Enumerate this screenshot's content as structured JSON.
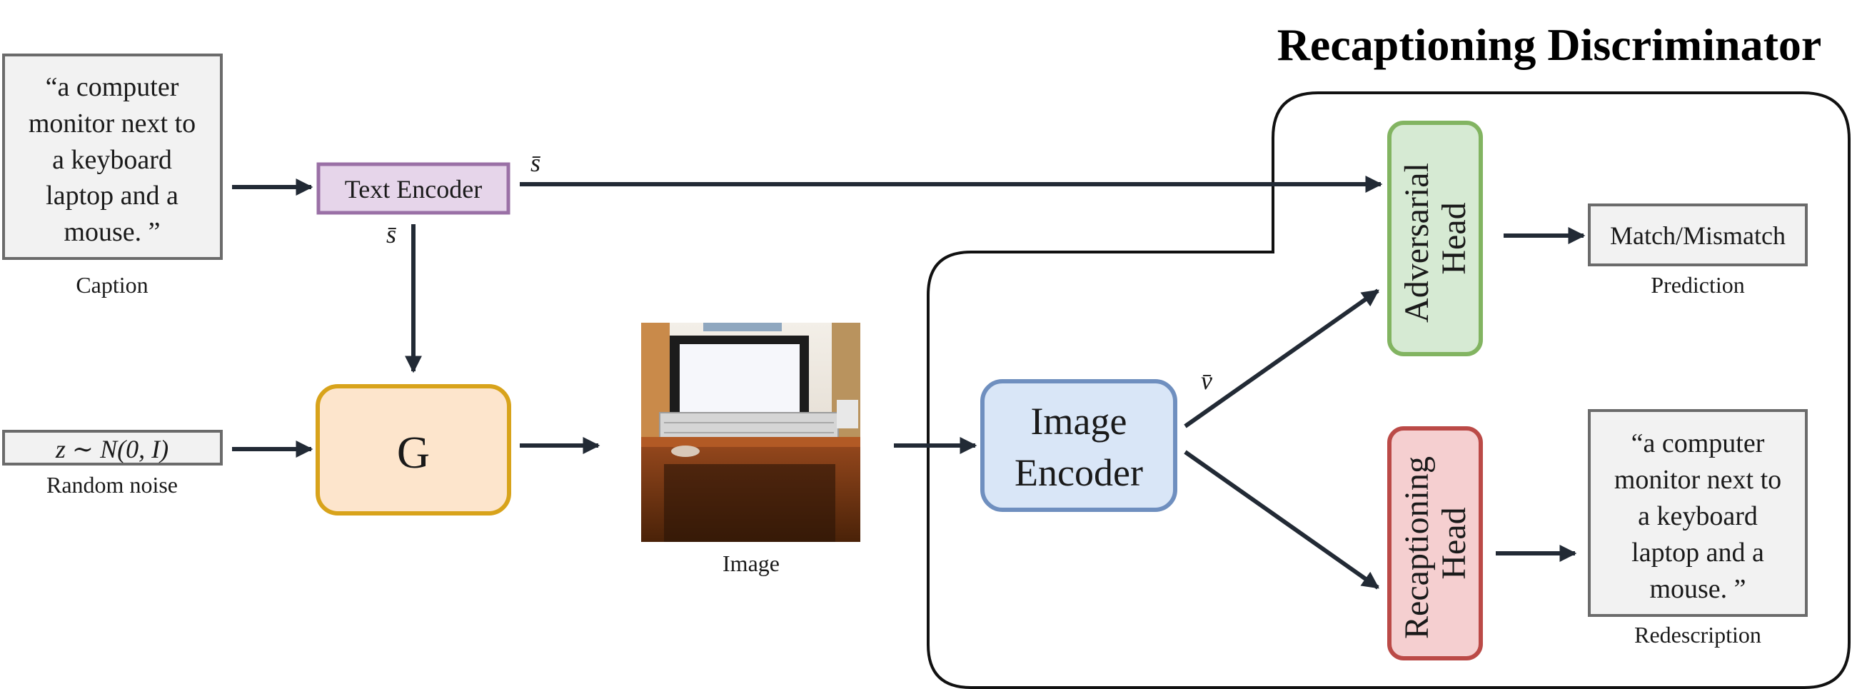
{
  "title": "Recaptioning Discriminator",
  "caption": {
    "lines": [
      "“a computer",
      "monitor next to",
      "a keyboard",
      "laptop and a",
      "mouse. ”"
    ],
    "label": "Caption"
  },
  "text_encoder": {
    "label": "Text Encoder",
    "output_symbol": "s̄"
  },
  "noise": {
    "formula": "z ∼ N(0, I)",
    "label": "Random noise"
  },
  "generator": {
    "label": "G"
  },
  "image": {
    "label": "Image"
  },
  "image_encoder": {
    "lines": [
      "Image",
      "Encoder"
    ],
    "output_symbol": "v̄"
  },
  "adversarial_head": {
    "lines": [
      "Adversarial",
      "Head"
    ]
  },
  "recaptioning_head": {
    "lines": [
      "Recaptioning",
      "Head"
    ]
  },
  "prediction": {
    "value": "Match/Mismatch",
    "label": "Prediction"
  },
  "redescription": {
    "lines": [
      "“a computer",
      "monitor next to",
      "a keyboard",
      "laptop and a",
      "mouse. ”"
    ],
    "label": "Redescription"
  },
  "colors": {
    "text_encoder_fill": "#e6d5ea",
    "text_encoder_stroke": "#9a70a6",
    "generator_fill": "#fde5cc",
    "generator_stroke": "#d8a31b",
    "image_encoder_fill": "#d9e6f7",
    "image_encoder_stroke": "#6f8fbf",
    "adversarial_fill": "#d6ead3",
    "adversarial_stroke": "#82b461",
    "recaptioning_fill": "#f5cfd0",
    "recaptioning_stroke": "#bb4a47",
    "box_fill": "#f2f2f2",
    "box_stroke": "#6b6b6b",
    "arrow": "#222a35"
  }
}
